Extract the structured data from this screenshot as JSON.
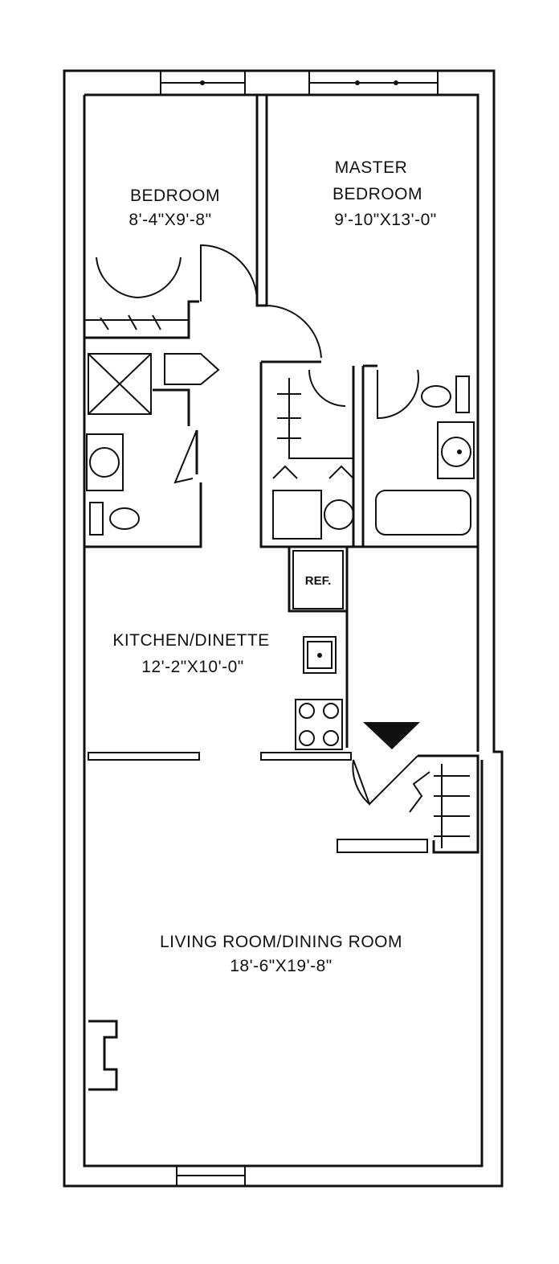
{
  "rooms": {
    "bedroom": {
      "name": "BEDROOM",
      "dimensions": "8'-4\"X9'-8\""
    },
    "master_bedroom": {
      "name_line1": "MASTER",
      "name_line2": "BEDROOM",
      "dimensions": "9'-10\"X13'-0\""
    },
    "kitchen": {
      "name": "KITCHEN/DINETTE",
      "dimensions": "12'-2\"X10'-0\""
    },
    "living": {
      "name": "LIVING ROOM/DINING ROOM",
      "dimensions": "18'-6\"X19'-8\""
    }
  },
  "fixtures": {
    "refrigerator": "REF."
  },
  "colors": {
    "line": "#111111",
    "background": "#ffffff"
  }
}
